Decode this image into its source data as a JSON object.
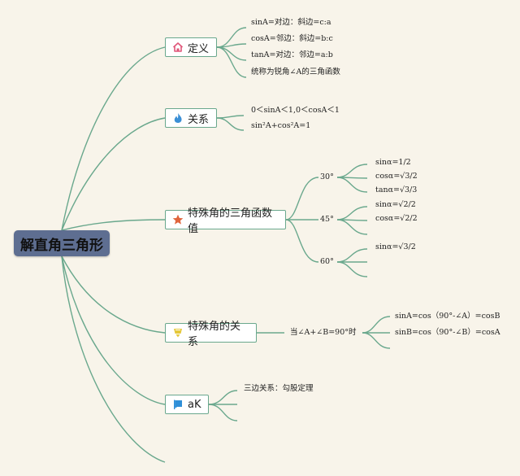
{
  "root": {
    "label": "解直角三角形"
  },
  "branches": [
    {
      "label": "定义",
      "icon": "house-icon",
      "leaves": [
        "sinA=对边：斜边=c:a",
        "cosA=邻边：斜边=b:c",
        "tanA=对边：邻边=a:b",
        "统称为锐角∠A的三角函数"
      ]
    },
    {
      "label": "关系",
      "icon": "flame-icon",
      "leaves": [
        "0＜sinA＜1,0＜cosA＜1",
        "sin²A+cos²A=1"
      ]
    },
    {
      "label": "特殊角的三角函数值",
      "icon": "star-icon",
      "angles": [
        {
          "label": "30°",
          "values": [
            "sinα=1/2",
            "cosα=√3/2",
            "tanα=√3/3"
          ]
        },
        {
          "label": "45°",
          "values": [
            "sinα=√2/2",
            "cosα=√2/2"
          ]
        },
        {
          "label": "60°",
          "values": [
            "sinα=√3/2"
          ]
        }
      ]
    },
    {
      "label": "特殊角的关系",
      "icon": "trophy-icon",
      "condition": "当∠A+∠B=90°时",
      "leaves": [
        "sinA=cos（90°-∠A）=cosB",
        "sinB=cos（90°-∠B）=cosA"
      ]
    },
    {
      "label": "aK",
      "icon": "flag-icon",
      "leaves": [
        "三边关系：勾股定理"
      ]
    }
  ],
  "colors": {
    "line": "#6aa88d",
    "root_bg": "#5e6e91",
    "house": "#e0577a",
    "flame": "#3b8fd6",
    "star": "#e0643c",
    "trophy": "#e5c83a",
    "flag": "#2f8fd8"
  }
}
